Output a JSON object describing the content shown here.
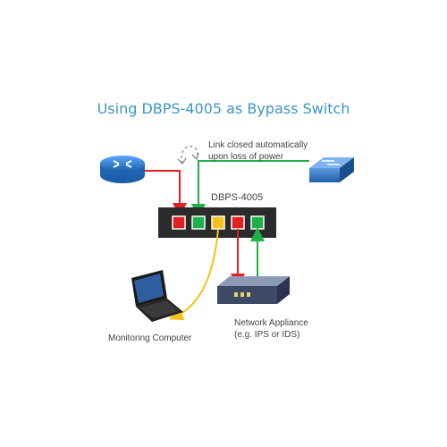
{
  "diagram": {
    "title": "Using DBPS-4005 as Bypass Switch",
    "link_note": [
      "Link closed automatically",
      "upon loss of power"
    ],
    "device_label": "DBPS-4005",
    "appliance_label": [
      "Network Appliance",
      "(e.g. IPS or IDS)"
    ],
    "monitor_label": "Monitoring Computer",
    "colors": {
      "title": "#3a96c8",
      "red_port": "#e0211f",
      "green_port": "#1fb04a",
      "yellow_port": "#f4c21a",
      "device_body": "#2b2b2b",
      "router": "#2f7fd0",
      "switch": "#2d78c8"
    },
    "icons": [
      "router-icon",
      "network-switch-icon",
      "laptop-icon",
      "network-appliance-icon"
    ]
  }
}
